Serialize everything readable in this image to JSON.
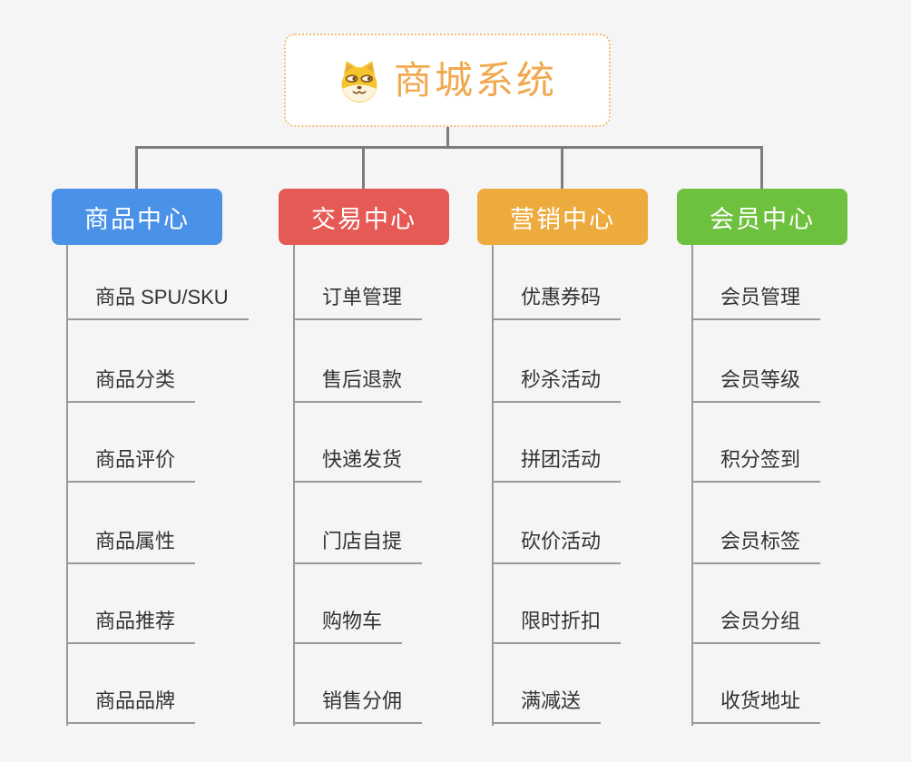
{
  "root": {
    "title": "商城系统",
    "icon": "doge-icon",
    "title_color": "#f0a94e",
    "border_color": "#f0bd79"
  },
  "connector_color": "#7d7d7d",
  "branches": [
    {
      "label": "商品中心",
      "color": "#4a91e8",
      "items": [
        "商品 SPU/SKU",
        "商品分类",
        "商品评价",
        "商品属性",
        "商品推荐",
        "商品品牌"
      ]
    },
    {
      "label": "交易中心",
      "color": "#e55a54",
      "items": [
        "订单管理",
        "售后退款",
        "快递发货",
        "门店自提",
        "购物车",
        "销售分佣"
      ]
    },
    {
      "label": "营销中心",
      "color": "#edaa3d",
      "items": [
        "优惠券码",
        "秒杀活动",
        "拼团活动",
        "砍价活动",
        "限时折扣",
        "满减送"
      ]
    },
    {
      "label": "会员中心",
      "color": "#6ec13e",
      "items": [
        "会员管理",
        "会员等级",
        "积分签到",
        "会员标签",
        "会员分组",
        "收货地址"
      ]
    }
  ]
}
